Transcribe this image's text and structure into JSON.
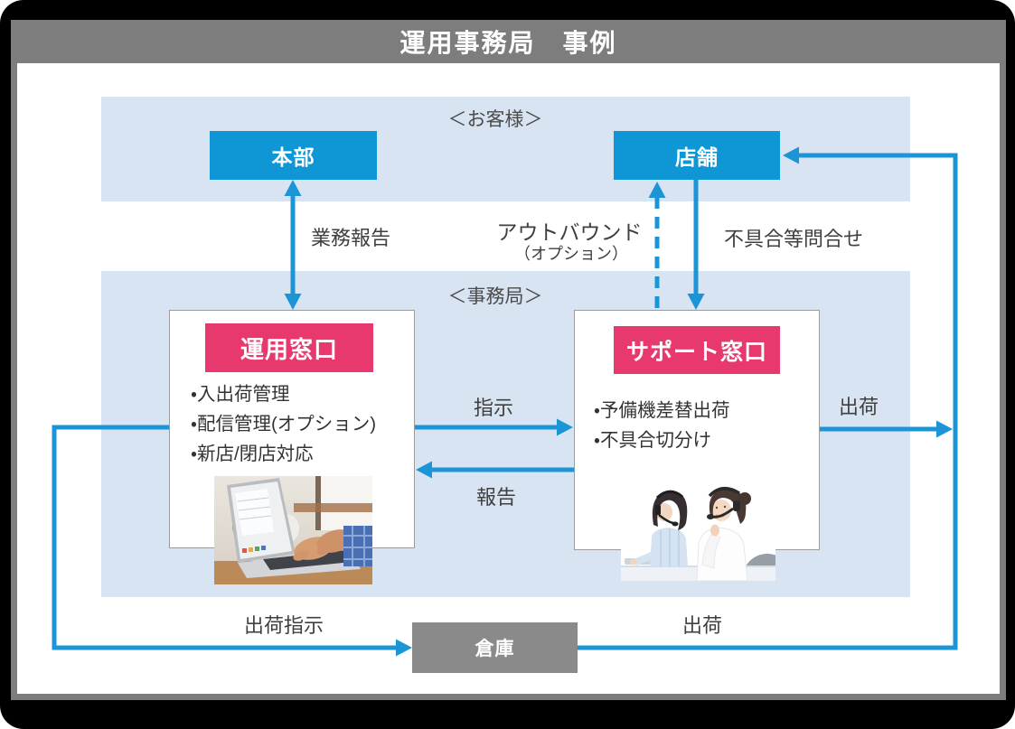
{
  "title": "運用事務局　事例",
  "colors": {
    "frame_black": "#000000",
    "card_frame_gray": "#7d7d7d",
    "band_light_blue": "#d8e4f2",
    "node_blue": "#0e96d5",
    "arrow_blue": "#1b95d5",
    "header_pink": "#e8396f",
    "warehouse_gray": "#8a8a8a",
    "label_text_gray": "#3f3f3f"
  },
  "bands": {
    "customer": {
      "label": "＜お客様＞"
    },
    "office": {
      "label": "＜事務局＞"
    }
  },
  "nodes": {
    "headquarters": {
      "label": "本部"
    },
    "store": {
      "label": "店舗"
    },
    "warehouse": {
      "label": "倉庫"
    }
  },
  "panels": {
    "operation": {
      "title": "運用窓口",
      "items": [
        "・入出荷管理",
        "・配信管理(オプション)",
        "・新店/閉店対応"
      ],
      "photo": "laptop-typing-photo"
    },
    "support": {
      "title": "サポート窓口",
      "items": [
        "・予備機差替出荷",
        "・不具合切分け"
      ],
      "photo": "call-center-operators-photo"
    }
  },
  "edges": {
    "business_report": {
      "label": "業務報告"
    },
    "outbound": {
      "label": "アウトバウンド",
      "sublabel": "（オプション）"
    },
    "inquiry": {
      "label": "不具合等問合せ"
    },
    "instruction": {
      "label": "指示"
    },
    "report": {
      "label": "報告"
    },
    "shipping_from_support": {
      "label": "出荷"
    },
    "shipping_instruction": {
      "label": "出荷指示"
    },
    "shipping_from_warehouse": {
      "label": "出荷"
    }
  }
}
